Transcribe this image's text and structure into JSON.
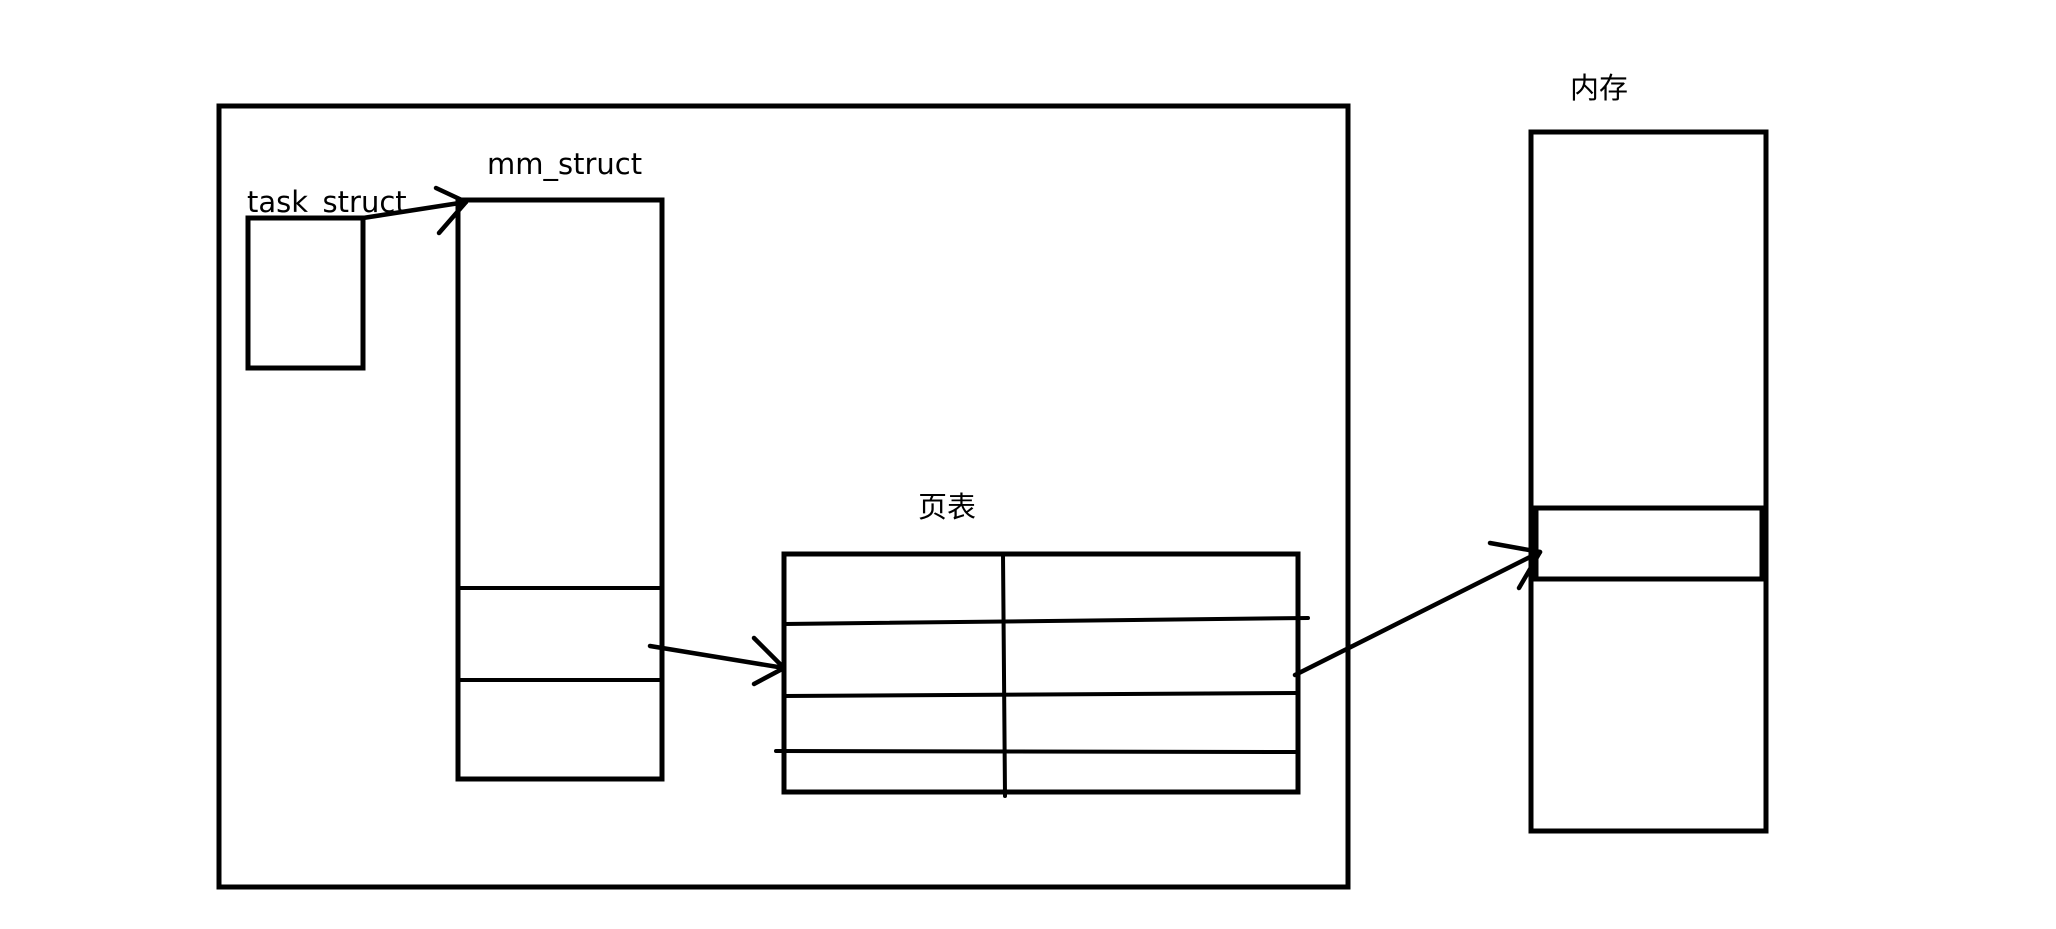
{
  "labels": {
    "task_struct": "task_struct",
    "mm_struct": "mm_struct",
    "page_table": "页表",
    "memory": "内存"
  },
  "colors": {
    "stroke": "#000000",
    "background": "#ffffff"
  }
}
